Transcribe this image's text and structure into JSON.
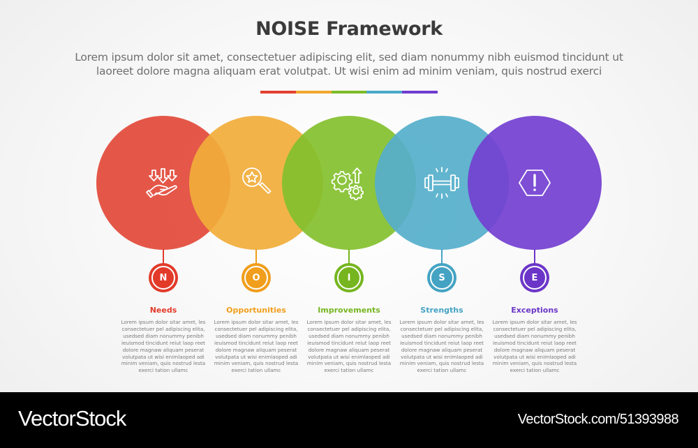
{
  "header": {
    "title": "NOISE Framework",
    "subtitle_line1": "Lorem ipsum dolor sit amet, consectetuer adipiscing elit, sed diam nonummy nibh euismod tincidunt ut",
    "subtitle_line2": "laoreet dolore magna aliquam erat volutpat. Ut wisi enim ad minim veniam, quis nostrud exerci",
    "color_bar": [
      "#e2412f",
      "#f3a72d",
      "#7dbb2a",
      "#4aa9c8",
      "#6f3ccf"
    ]
  },
  "items": [
    {
      "letter": "N",
      "title": "Needs",
      "icon": "hand-receiving-arrows-icon",
      "circle_color": "#e34a3a",
      "accent": "#e23b2a",
      "description": "Lorem ipsum dolor sitar amet, les consectetuer pel adipiscing elita, usedsed diam nonummy penibh ieuismod tincidunt reiut laop reet dolore magnaw aliquam peserat volutpata ut wisi enimlaoped adi minim veniam, quis nostrud lesta exerci tation ullamc"
    },
    {
      "letter": "O",
      "title": "Opportunities",
      "icon": "magnifier-star-icon",
      "circle_color": "#f2ad3a",
      "accent": "#f09e1c",
      "description": "Lorem ipsum dolor sitar amet, les consectetuer pel adipiscing elita, usedsed diam nonummy penibh ieuismod tincidunt reiut laop reet dolore magnaw aliquam peserat volutpata ut wisi enimlaoped adi minim veniam, quis nostrud lesta exerci tation ullamc"
    },
    {
      "letter": "I",
      "title": "Improvements",
      "icon": "gears-arrow-up-icon",
      "circle_color": "#84c12e",
      "accent": "#76b51f",
      "description": "Lorem ipsum dolor sitar amet, les consectetuer pel adipiscing elita, usedsed diam nonummy penibh ieuismod tincidunt reiut laop reet dolore magnaw aliquam peserat volutpata ut wisi enimlaoped adi minim veniam, quis nostrud lesta exerci tation ullamc"
    },
    {
      "letter": "S",
      "title": "Strengths",
      "icon": "dumbbell-icon",
      "circle_color": "#56afcc",
      "accent": "#44a3c3",
      "description": "Lorem ipsum dolor sitar amet, les consectetuer pel adipiscing elita, usedsed diam nonummy penibh ieuismod tincidunt reiut laop reet dolore magnaw aliquam peserat volutpata ut wisi enimlaoped adi minim veniam, quis nostrud lesta exerci tation ullamc"
    },
    {
      "letter": "E",
      "title": "Exceptions",
      "icon": "hexagon-exclamation-icon",
      "circle_color": "#7440d2",
      "accent": "#6b35c8",
      "description": "Lorem ipsum dolor sitar amet, les consectetuer pel adipiscing elita, usedsed diam nonummy penibh ieuismod tincidunt reiut laop reet dolore magnaw aliquam peserat volutpata ut wisi enimlaoped adi minim veniam, quis nostrud lesta exerci tation ullamc"
    }
  ],
  "footer": {
    "brand": "VectorStock",
    "url": "VectorStock.com/51393988"
  }
}
